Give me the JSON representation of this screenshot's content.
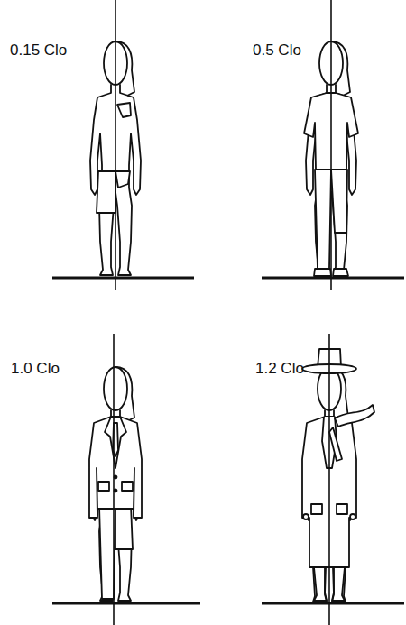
{
  "diagram": {
    "labels": [
      "0.15 Clo",
      "0.5 Clo",
      "1.0 Clo",
      "1.2 Clo"
    ]
  }
}
